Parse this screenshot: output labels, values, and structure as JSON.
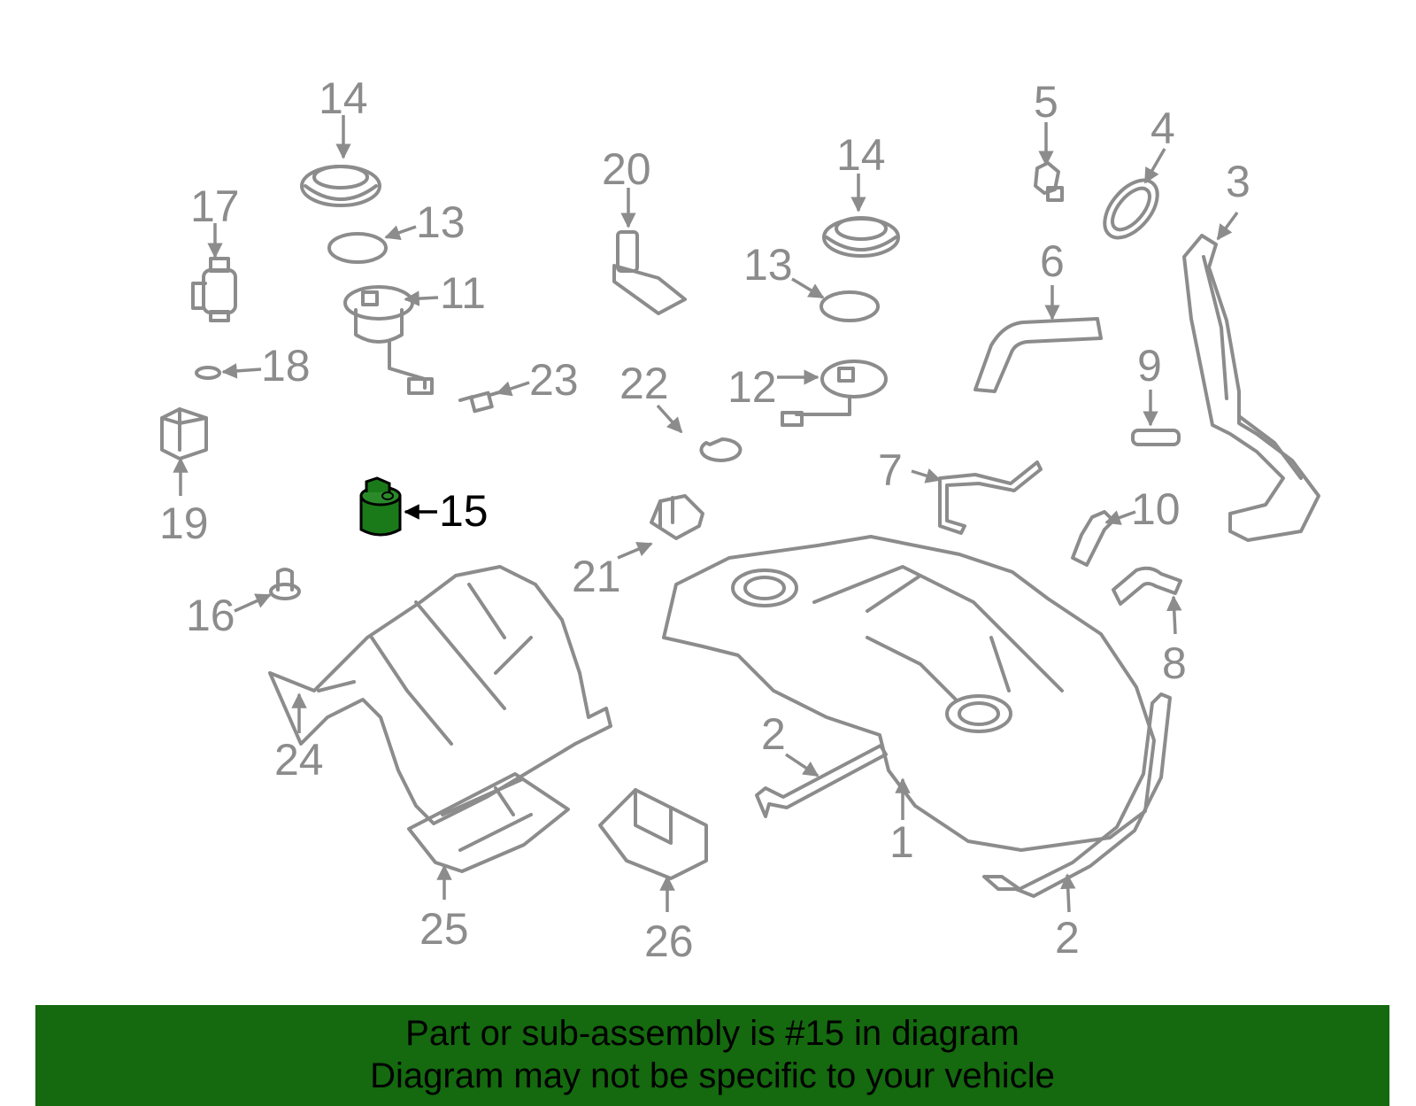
{
  "diagram": {
    "highlighted_part": "15",
    "colors": {
      "part_outline": "#8c8c8c",
      "highlight_fill": "#1a7a1a",
      "highlight_outline": "#000000",
      "banner_background": "#15690f",
      "banner_text": "#000000"
    },
    "callouts": [
      {
        "id": "c14a",
        "label": "14"
      },
      {
        "id": "c17",
        "label": "17"
      },
      {
        "id": "c13a",
        "label": "13"
      },
      {
        "id": "c11",
        "label": "11"
      },
      {
        "id": "c18",
        "label": "18"
      },
      {
        "id": "c23",
        "label": "23"
      },
      {
        "id": "c19",
        "label": "19"
      },
      {
        "id": "c15",
        "label": "15"
      },
      {
        "id": "c16",
        "label": "16"
      },
      {
        "id": "c24",
        "label": "24"
      },
      {
        "id": "c25",
        "label": "25"
      },
      {
        "id": "c26",
        "label": "26"
      },
      {
        "id": "c20",
        "label": "20"
      },
      {
        "id": "c14b",
        "label": "14"
      },
      {
        "id": "c13b",
        "label": "13"
      },
      {
        "id": "c12",
        "label": "12"
      },
      {
        "id": "c22",
        "label": "22"
      },
      {
        "id": "c21",
        "label": "21"
      },
      {
        "id": "c5",
        "label": "5"
      },
      {
        "id": "c4",
        "label": "4"
      },
      {
        "id": "c3",
        "label": "3"
      },
      {
        "id": "c6",
        "label": "6"
      },
      {
        "id": "c9",
        "label": "9"
      },
      {
        "id": "c7",
        "label": "7"
      },
      {
        "id": "c10",
        "label": "10"
      },
      {
        "id": "c8",
        "label": "8"
      },
      {
        "id": "c2a",
        "label": "2"
      },
      {
        "id": "c1",
        "label": "1"
      },
      {
        "id": "c2b",
        "label": "2"
      }
    ]
  },
  "banner": {
    "line1": "Part or sub-assembly is #15 in diagram",
    "line2": "Diagram may not be specific to your vehicle"
  }
}
